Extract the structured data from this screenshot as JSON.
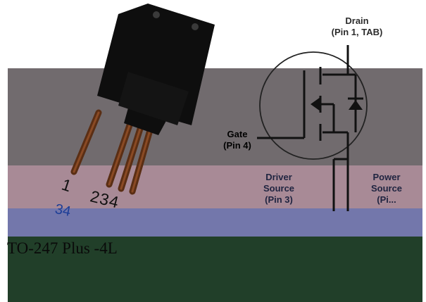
{
  "drain": {
    "line1": "Drain",
    "line2": "(Pin 1, TAB)"
  },
  "gate": {
    "line1": "Gate",
    "line2": "(Pin 4)"
  },
  "driver_source": {
    "line1": "Driver",
    "line2": "Source",
    "line3": "(Pin 3)"
  },
  "power_source": {
    "line1": "Power",
    "line2": "Source",
    "line3": "(Pi..."
  },
  "pins": {
    "first": "1",
    "rest": "234",
    "rest_repeat": "34"
  },
  "caption": "TO-247 Plus -4L",
  "colors": {
    "band_gray": "#716b6e",
    "band_rose": "#a88a96",
    "band_blue": "#7377ab",
    "band_green": "#213f29"
  }
}
